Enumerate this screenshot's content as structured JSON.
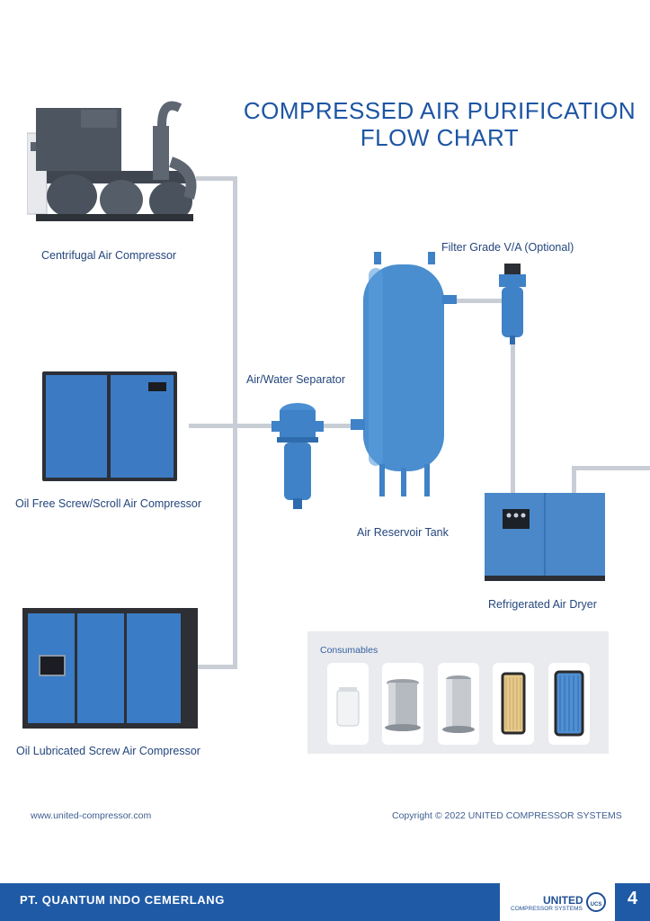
{
  "title": {
    "line1": "COMPRESSED AIR PURIFICATION",
    "line2": "FLOW CHART"
  },
  "nodes": {
    "centrifugal": "Centrifugal Air Compressor",
    "oil_free": "Oil Free Screw/Scroll Air Compressor",
    "oil_lubricated": "Oil Lubricated Screw Air Compressor",
    "separator": "Air/Water Separator",
    "reservoir": "Air Reservoir Tank",
    "filter": "Filter Grade V/A (Optional)",
    "dryer": "Refrigerated Air Dryer"
  },
  "consumables": {
    "title": "Consumables",
    "items": [
      "oil-filter",
      "oil-separator-element",
      "separator-cartridge",
      "air-filter",
      "air-filter-blue"
    ]
  },
  "footer": {
    "url": "www.united-compressor.com",
    "copyright": "Copyright © 2022 UNITED COMPRESSOR SYSTEMS",
    "company": "PT. QUANTUM INDO CEMERLANG",
    "brand": "UNITED",
    "brand_sub": "COMPRESSOR SYSTEMS",
    "brand_mark": "UCS",
    "page": "4"
  },
  "colors": {
    "accent": "#1f5aa6",
    "title": "#1d55a3",
    "equipment_blue": "#3f82c7",
    "pipe": "#c9ced6"
  }
}
